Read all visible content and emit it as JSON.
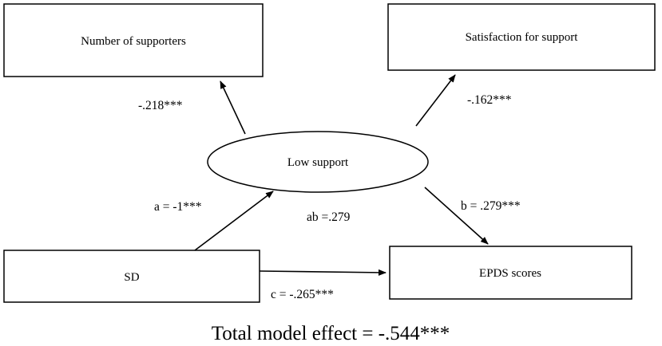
{
  "nodes": {
    "supporters": "Number of supporters",
    "satisfaction": "Satisfaction for support",
    "low_support": "Low support",
    "sd": "SD",
    "epds": "EPDS scores"
  },
  "paths": {
    "supporters_coef": "-.218***",
    "satisfaction_coef": "-.162***",
    "a": "a = -1***",
    "b": "b = .279***",
    "ab": "ab =.279",
    "c": "c = -.265***"
  },
  "total_effect": "Total model effect = -.544***"
}
